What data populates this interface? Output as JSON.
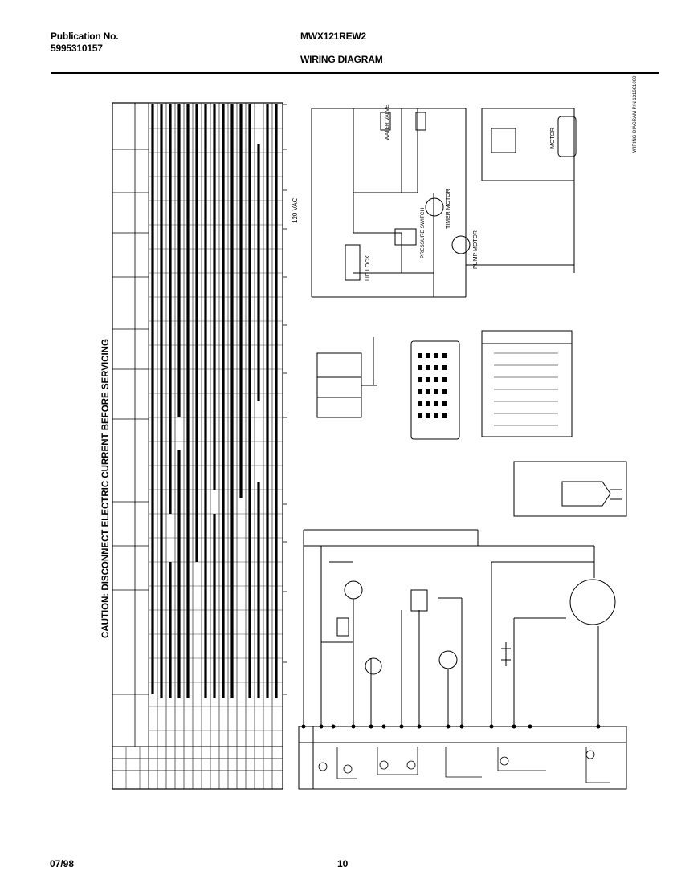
{
  "header": {
    "publication_label": "Publication No.",
    "publication_number": "5995310157",
    "model": "MWX121REW2",
    "title": "WIRING DIAGRAM"
  },
  "caution": "CAUTION: DISCONNECT ELECTRIC CURRENT BEFORE SERVICING",
  "labels": {
    "supply": "120 VAC",
    "lid_lock": "LID LOCK",
    "timer_motor": "TIMER MOTOR",
    "pump_motor": "PUMP MOTOR",
    "pressure_switch": "PRESSURE SWITCH",
    "water_valve": "WATER VALVE",
    "motor": "MOTOR",
    "wiring_diagram_part": "WIRING DIAGRAM P/N 131661000"
  },
  "footer": {
    "date": "07/98",
    "page": "10"
  }
}
